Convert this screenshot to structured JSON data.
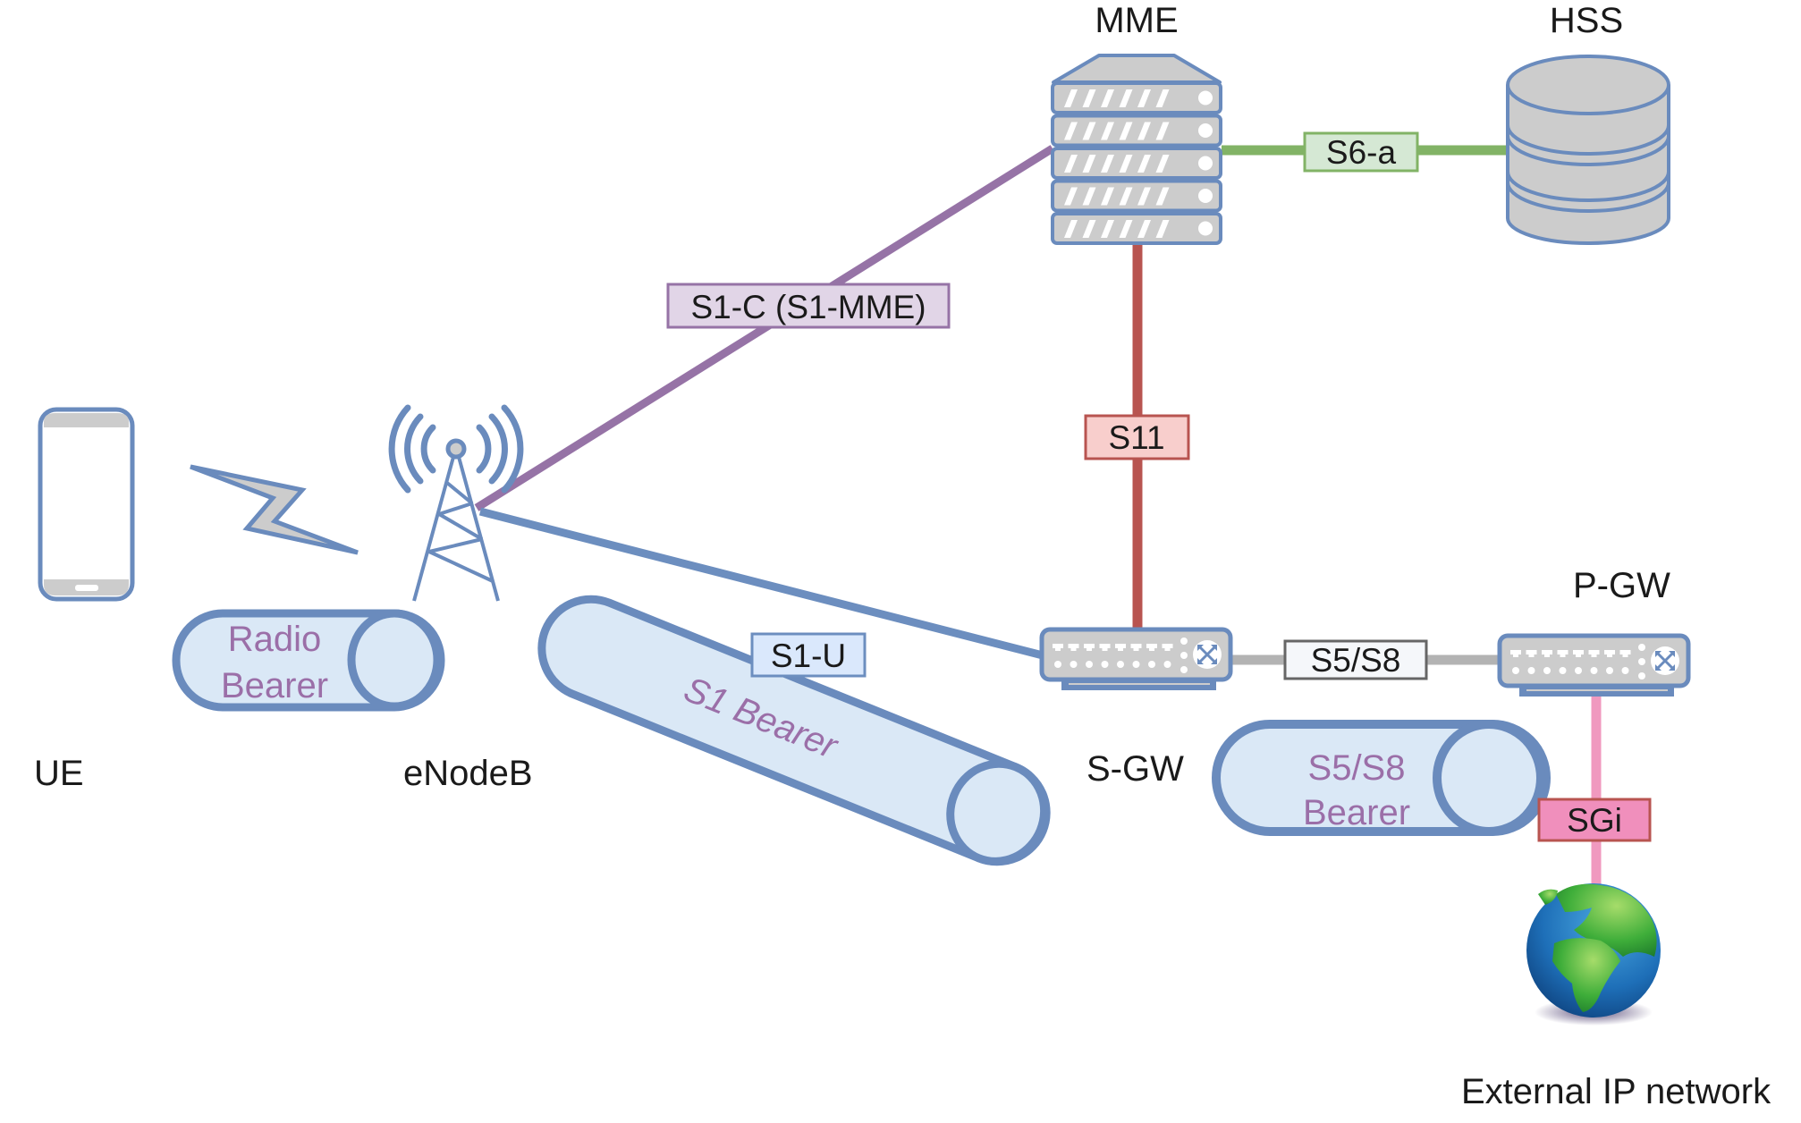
{
  "title": "LTE EPS architecture",
  "colors": {
    "outline": "#6a8bbd",
    "device_fill": "#cccccc",
    "bearer_fill": "#dae8f6",
    "bearer_text": "#9b6fa8",
    "s1c_line": "#9673a6",
    "s1c_box_fill": "#e1d5e7",
    "s1u_line": "#6c8ebf",
    "s1u_box_fill": "#dae8fc",
    "s11_line": "#b85450",
    "s11_box_fill": "#f8cecc",
    "s6a_line": "#82b366",
    "s6a_box_fill": "#d5e8d4",
    "s5s8_line": "#b3b3b3",
    "s5s8_box_fill": "#f5f7fa",
    "s5s8_box_border": "#666666",
    "sgi_line": "#f099bf",
    "sgi_box_fill": "#f08fbc",
    "sgi_box_border": "#b85450"
  },
  "nodes": {
    "ue": {
      "label": "UE",
      "icon": "smartphone-icon"
    },
    "enodeb": {
      "label": "eNodeB",
      "icon": "cell-tower-icon"
    },
    "mme": {
      "label": "MME",
      "icon": "server-rack-icon"
    },
    "hss": {
      "label": "HSS",
      "icon": "database-icon"
    },
    "sgw": {
      "label": "S-GW",
      "icon": "router-icon"
    },
    "pgw": {
      "label": "P-GW",
      "icon": "router-icon"
    },
    "internet": {
      "label": "External IP network",
      "icon": "globe-icon"
    }
  },
  "interfaces": {
    "s1c": {
      "label": "S1-C (S1-MME)",
      "from": "eNodeB",
      "to": "MME"
    },
    "s1u": {
      "label": "S1-U",
      "from": "eNodeB",
      "to": "S-GW"
    },
    "s11": {
      "label": "S11",
      "from": "MME",
      "to": "S-GW"
    },
    "s6a": {
      "label": "S6-a",
      "from": "MME",
      "to": "HSS"
    },
    "s5s8": {
      "label": "S5/S8",
      "from": "S-GW",
      "to": "P-GW"
    },
    "sgi": {
      "label": "SGi",
      "from": "P-GW",
      "to": "External IP network"
    }
  },
  "bearers": {
    "radio": {
      "line1": "Radio",
      "line2": "Bearer"
    },
    "s1": {
      "label": "S1 Bearer"
    },
    "s5s8": {
      "line1": "S5/S8",
      "line2": "Bearer"
    }
  }
}
